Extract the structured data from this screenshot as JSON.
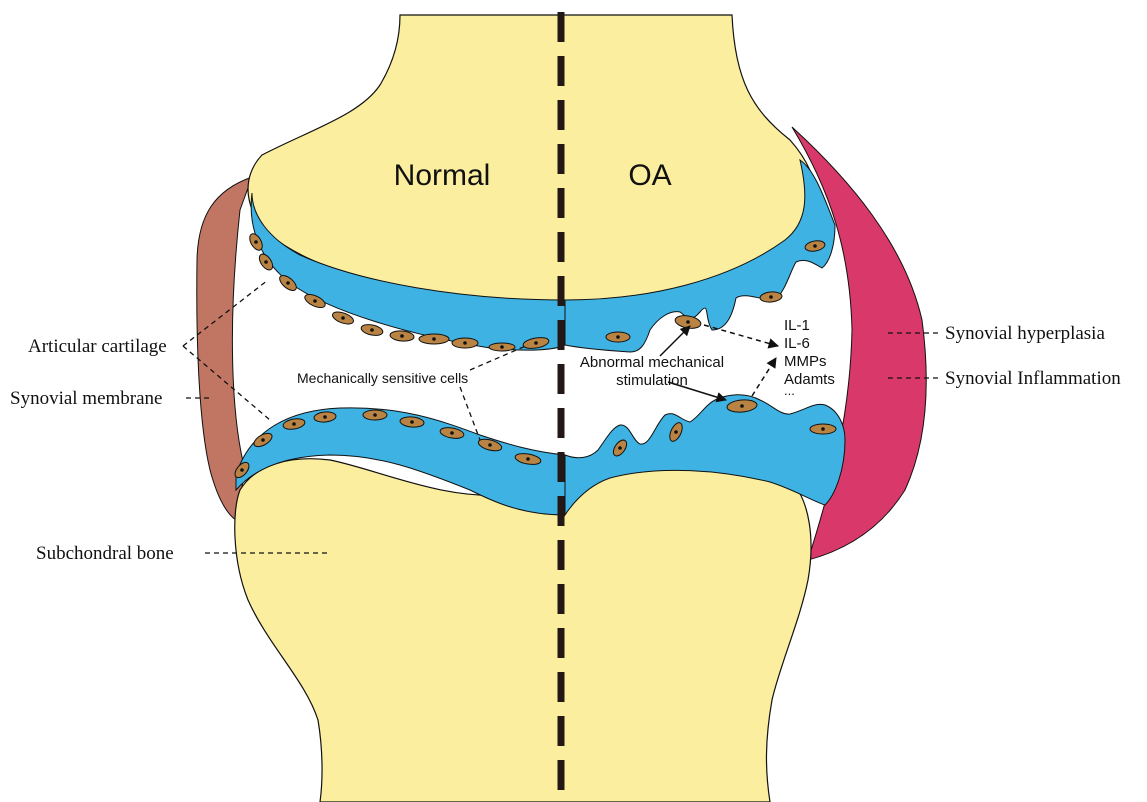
{
  "panels": {
    "normal_label": "Normal",
    "oa_label": "OA"
  },
  "labels": {
    "articular_cartilage": "Articular cartilage",
    "synovial_membrane": "Synovial membrane",
    "subchondral_bone": "Subchondral bone",
    "synovial_hyperplasia": "Synovial hyperplasia",
    "synovial_inflammation": "Synovial Inflammation",
    "mechanically_sensitive_cells": "Mechanically sensitive cells",
    "abnormal_mechanical_line1": "Abnormal mechanical",
    "abnormal_mechanical_line2": "stimulation"
  },
  "mediators": [
    "IL-1",
    "IL-6",
    "MMPs",
    "Adamts",
    "..."
  ],
  "colors": {
    "bone": "#fbee9f",
    "cartilage": "#3db2e3",
    "cell": "#b98443",
    "synovial_membrane": "#c17664",
    "synovial_inflamed": "#d8386a",
    "divider": "#231815"
  }
}
